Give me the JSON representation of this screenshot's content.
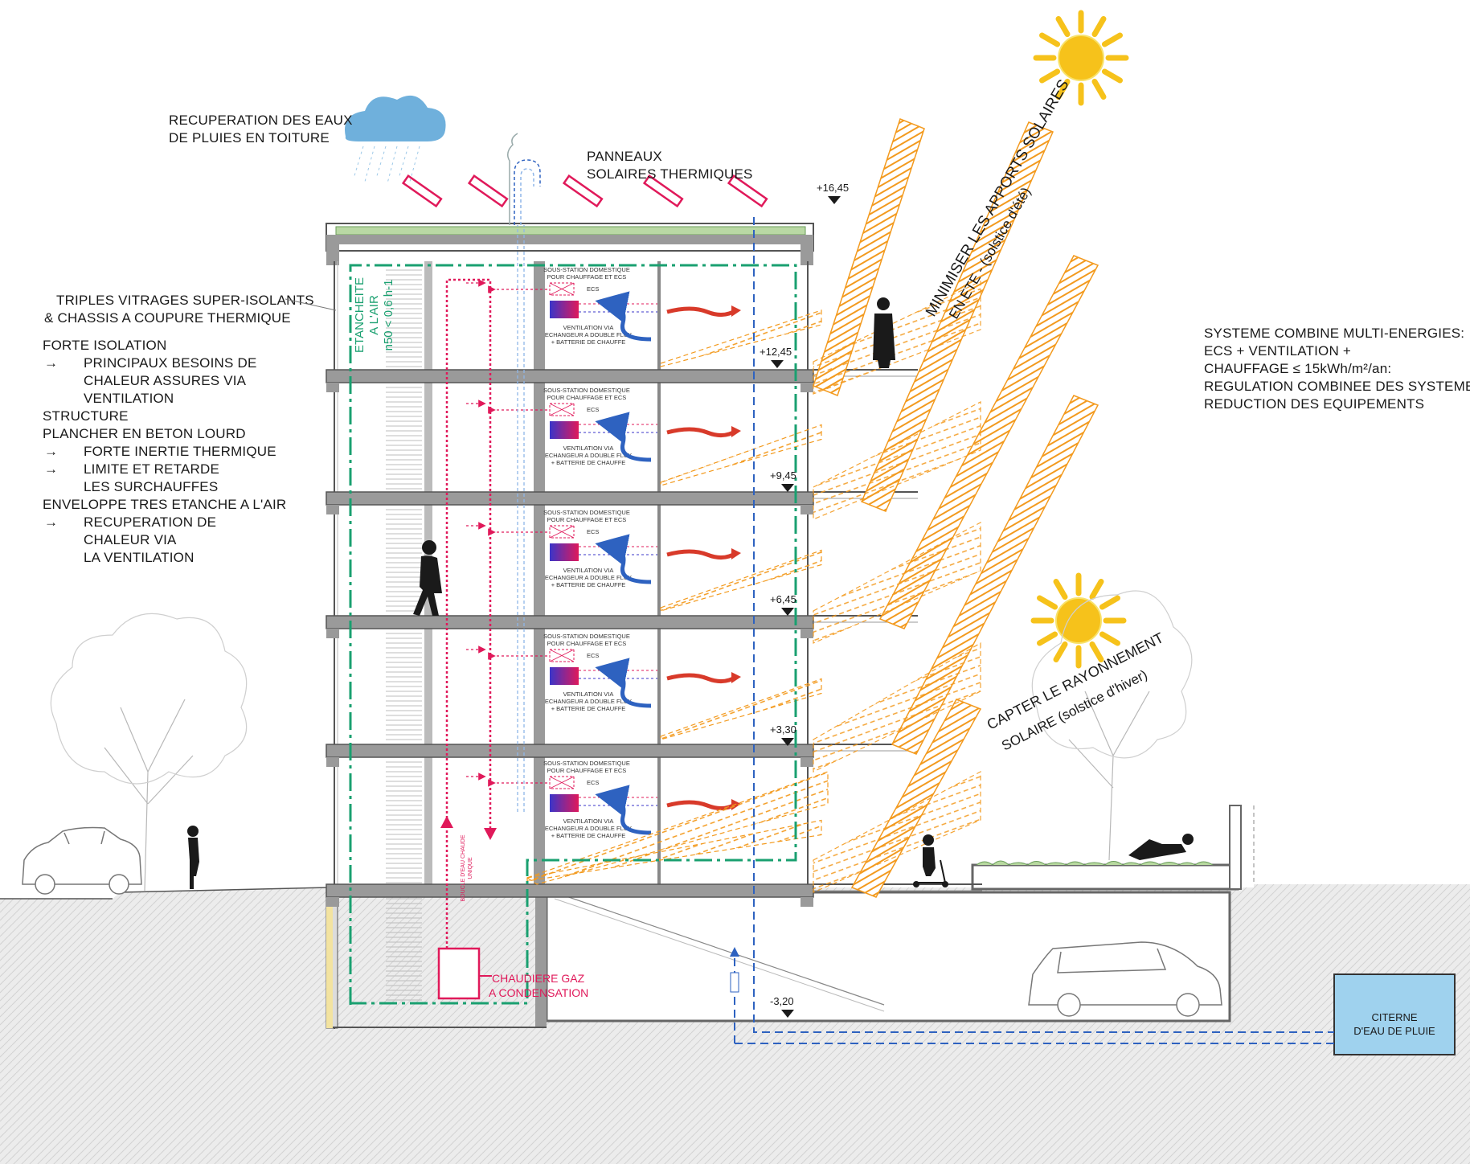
{
  "labels": {
    "rain_roof": [
      "RECUPERATION DES EAUX",
      "DE PLUIES EN TOITURE"
    ],
    "solar_panels": [
      "PANNEAUX",
      "SOLAIRES THERMIQUES"
    ],
    "glazing": [
      "TRIPLES VITRAGES SUPER-ISOLANTS",
      "& CHASSIS A COUPURE THERMIQUE"
    ],
    "left_notes": [
      {
        "arrow": false,
        "text": "FORTE ISOLATION"
      },
      {
        "arrow": true,
        "text": "PRINCIPAUX BESOINS DE"
      },
      {
        "arrow": false,
        "indent": true,
        "text": "CHALEUR ASSURES VIA"
      },
      {
        "arrow": false,
        "indent": true,
        "text": "VENTILATION"
      },
      {
        "arrow": false,
        "text": "STRUCTURE"
      },
      {
        "arrow": false,
        "text": "PLANCHER EN BETON LOURD"
      },
      {
        "arrow": true,
        "text": "FORTE INERTIE THERMIQUE"
      },
      {
        "arrow": true,
        "text": "LIMITE ET RETARDE"
      },
      {
        "arrow": false,
        "indent": true,
        "text": "LES SURCHAUFFES"
      },
      {
        "arrow": false,
        "text": "ENVELOPPE TRES ETANCHE A L'AIR"
      },
      {
        "arrow": true,
        "text": "RECUPERATION DE"
      },
      {
        "arrow": false,
        "indent": true,
        "text": "CHALEUR VIA"
      },
      {
        "arrow": false,
        "indent": true,
        "text": "LA VENTILATION"
      }
    ],
    "arrow_glyph": "→",
    "right_system": [
      "SYSTEME COMBINE MULTI-ENERGIES:",
      "ECS + VENTILATION +",
      "CHAUFFAGE ≤ 15kWh/m²/an:",
      "REGULATION COMBINEE DES SYSTEMES,",
      "REDUCTION DES EQUIPEMENTS"
    ],
    "summer": [
      "MINIMISER LES APPORTS SOLAIRES",
      "EN ETE - (solstice d'été)"
    ],
    "winter": [
      "CAPTER LE RAYONNEMENT",
      "SOLAIRE (solstice d'hiver)"
    ],
    "airtight": [
      "ETANCHEITE",
      "A L'AIR",
      "n50 < 0,6 h-1"
    ],
    "boiler": [
      "CHAUDIERE GAZ",
      "A CONDENSATION"
    ],
    "loop": [
      "BOUCLE D'EAU CHAUDE",
      "UNIQUE"
    ],
    "cistern": [
      "CITERNE",
      "D'EAU DE PLUIE"
    ],
    "substation": {
      "title": [
        "SOUS-STATION DOMESTIQUE",
        "POUR CHAUFFAGE ET ECS"
      ],
      "ecs": "ECS",
      "vent": [
        "VENTILATION VIA",
        "ECHANGEUR A DOUBLE FLUX",
        "+ BATTERIE DE CHAUFFE"
      ]
    }
  },
  "levels": [
    "+16,45",
    "+12,45",
    "+9,45",
    "+6,45",
    "+3,30",
    "-3,20"
  ],
  "floors_count": 5,
  "colors": {
    "sun": "#f6c21b",
    "solar_ray": "#f39a1e",
    "cloud": "#6fb0dc",
    "green_line": "#1aa070",
    "red_loop": "#e0195a",
    "blue_water": "#2e62c0",
    "ground": "#e6e6e6",
    "slab": "#9a9a9a"
  }
}
